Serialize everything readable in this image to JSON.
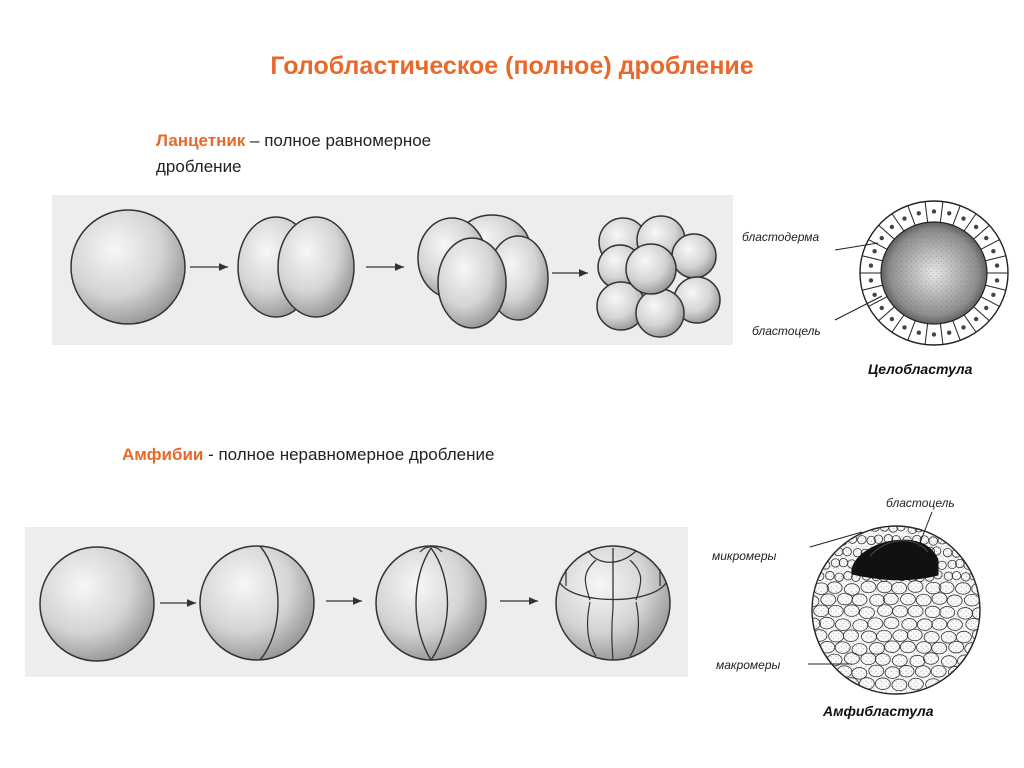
{
  "title": "Голобластическое (полное) дробление",
  "lancelet": {
    "name": "Ланцетник",
    "rest": " – полное равномерное",
    "line2": "дробление",
    "labels": {
      "blastoderm": "бластодерма",
      "blastocoel": "бластоцель"
    },
    "caption": "Целобластула"
  },
  "amphibians": {
    "name": "Амфибии",
    "rest": " - полное неравномерное дробление",
    "labels": {
      "blastocoel": "бластоцель",
      "micromeres": "микромеры",
      "macromeres": "макромеры"
    },
    "caption": "Амфибластула"
  },
  "colors": {
    "accent": "#E8692A",
    "panel": "#EDEDED"
  }
}
